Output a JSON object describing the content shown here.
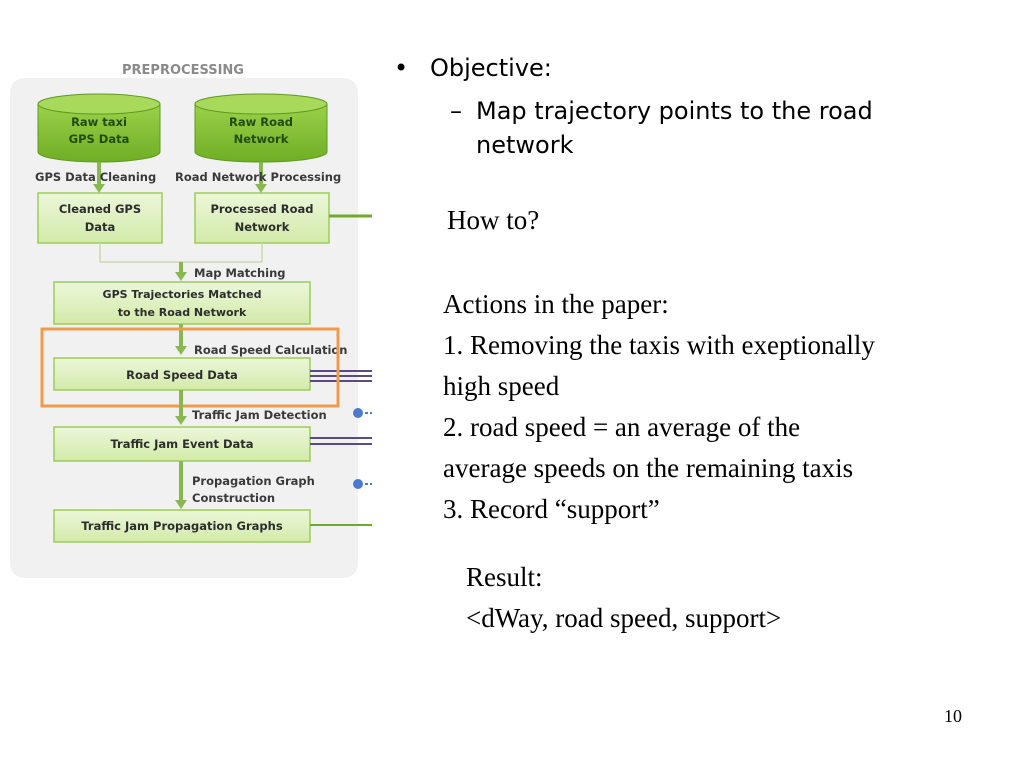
{
  "diagram": {
    "title": "PREPROCESSING",
    "cylinders": [
      {
        "label": [
          "Raw taxi",
          "GPS Data"
        ]
      },
      {
        "label": [
          "Raw Road",
          "Network"
        ]
      }
    ],
    "step_labels": {
      "gps_cleaning": "GPS Data Cleaning",
      "road_processing": "Road Network Processing",
      "map_matching": "Map Matching",
      "road_speed_calc": "Road Speed Calculation",
      "traffic_jam_detection": "Traffic Jam Detection",
      "propagation_graph": [
        "Propagation Graph",
        "Construction"
      ]
    },
    "boxes": {
      "cleaned_gps": [
        "Cleaned GPS",
        "Data"
      ],
      "processed_road": [
        "Processed  Road",
        "Network"
      ],
      "gps_trajectories": [
        "GPS Trajectories Matched",
        "to the Road Network"
      ],
      "road_speed": "Road Speed Data",
      "traffic_jam_event": "Traffic Jam Event Data",
      "propagation_graphs": "Traffic Jam Propagation Graphs"
    },
    "colors": {
      "panel": "#f1f1f1",
      "green_dark": "#6faa2a",
      "green_fill": "#8cc63f",
      "box_fill": "#dff0c2",
      "arrow": "#8ab850",
      "highlight": "#f39a4a",
      "connector": "#5a4c7e",
      "dot": "#4a7bd0"
    }
  },
  "slide": {
    "objective_bullet": "•",
    "objective": "Objective:",
    "sub_dash": "–",
    "sub_text": "Map trajectory points to the road network",
    "how_to": "How to?",
    "actions_title": "Actions in the paper:",
    "actions": [
      "1. Removing the taxis with exeptionally",
      "high speed",
      "2. road speed = an average of the",
      "average speeds on the remaining taxis",
      "3. Record “support”"
    ],
    "result_title": "Result:",
    "result_value": "<dWay, road speed, support>",
    "page_number": "10"
  }
}
